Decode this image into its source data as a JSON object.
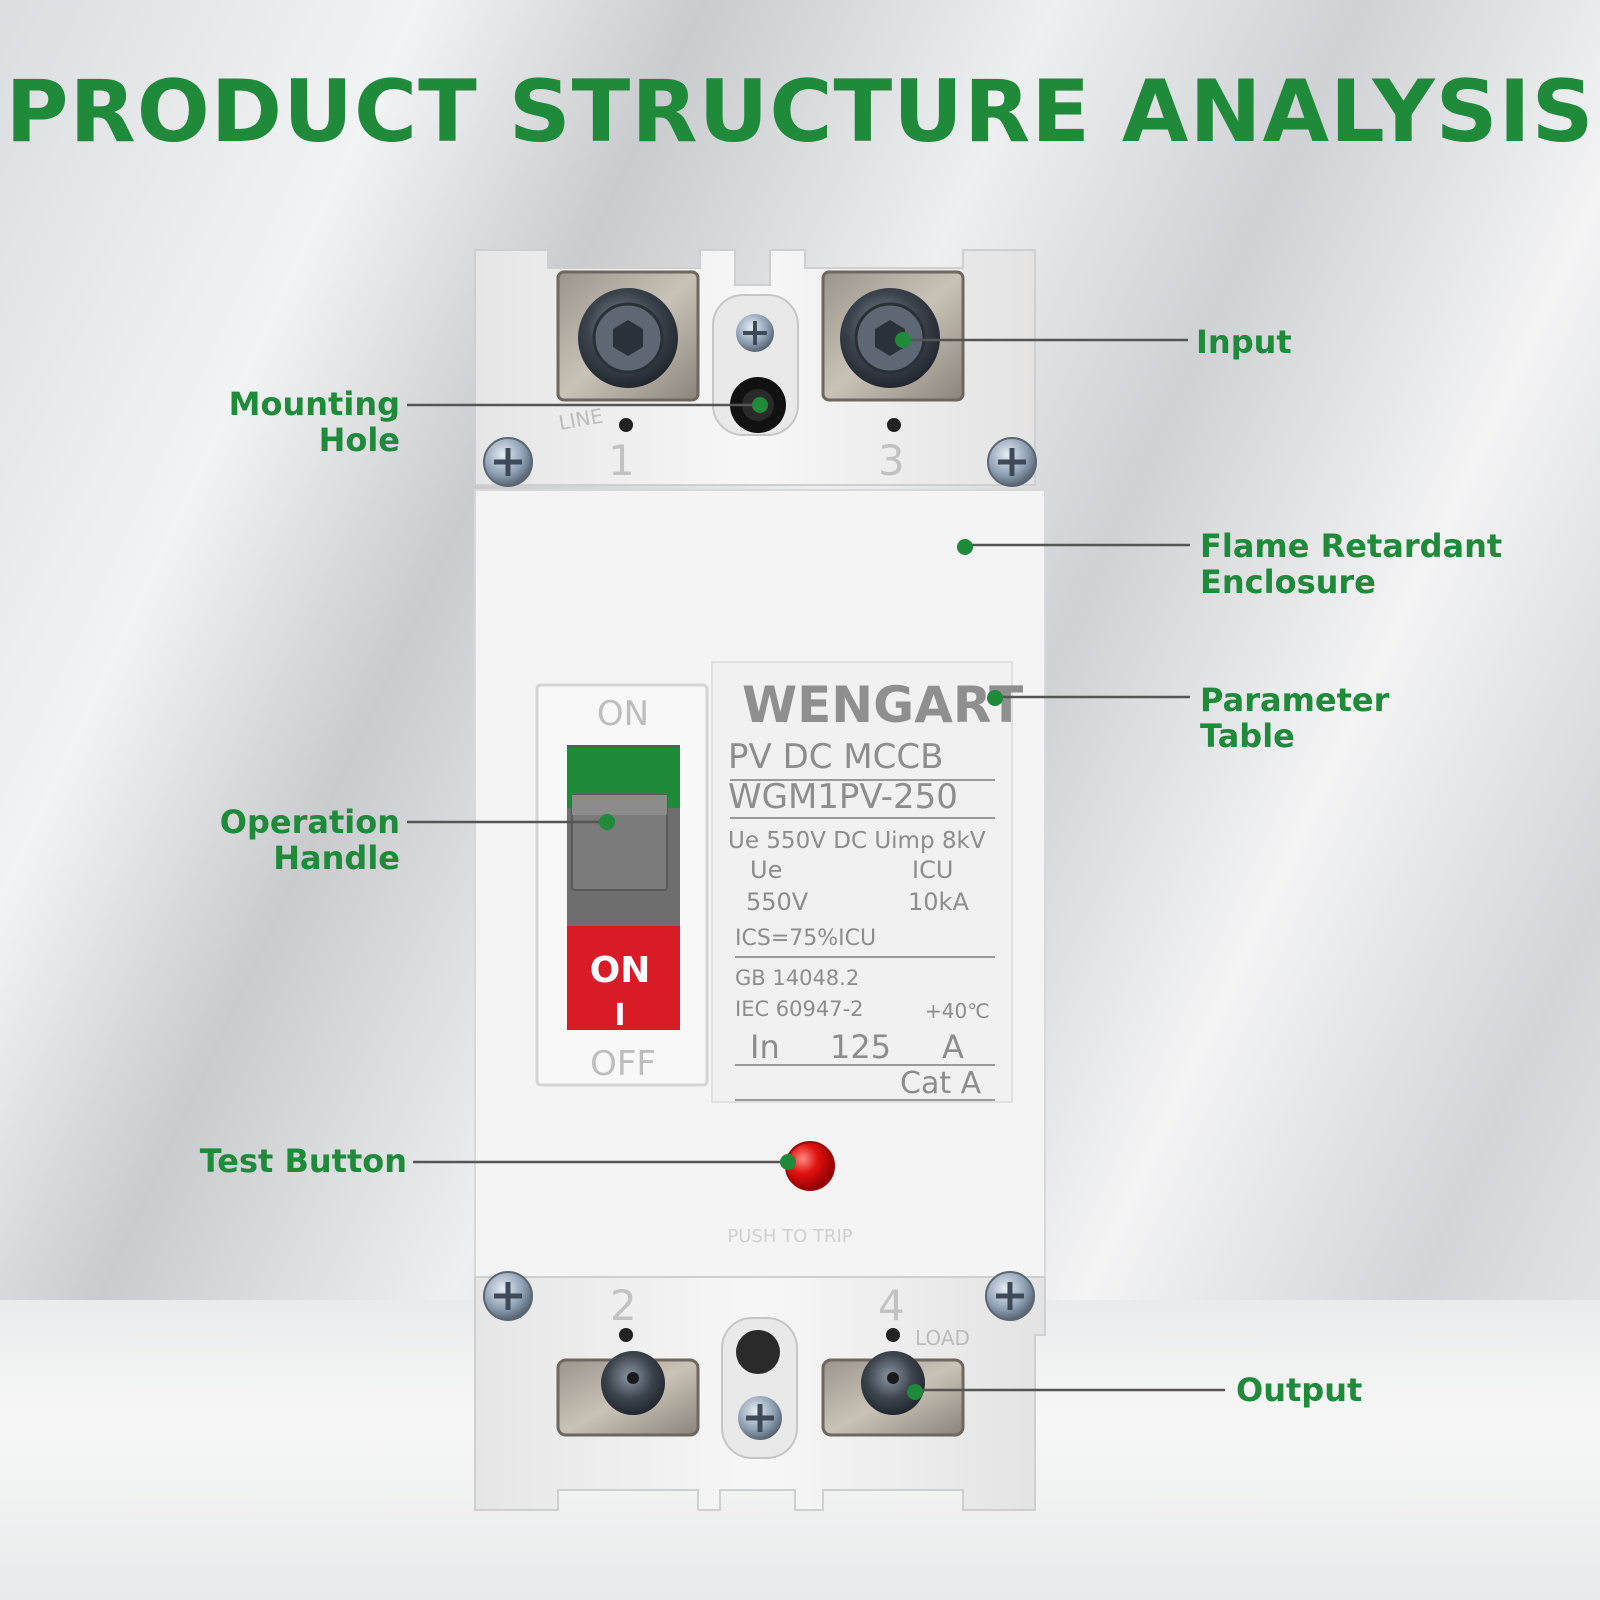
{
  "title": "PRODUCT STRUCTURE ANALYSIS",
  "colors": {
    "accent": "#1e8a3a",
    "leader": "#555555",
    "test_button": "#e01010"
  },
  "callouts": {
    "input": "Input",
    "mounting_hole": [
      "Mounting",
      "Hole"
    ],
    "flame_retardant_enclosure": [
      "Flame Retardant",
      "Enclosure"
    ],
    "parameter_table": [
      "Parameter",
      "Table"
    ],
    "operation_handle": [
      "Operation",
      "Handle"
    ],
    "test_button": "Test Button",
    "output": "Output"
  },
  "device": {
    "brand": "WENGART",
    "type": "PV DC MCCB",
    "model": "WGM1PV-250",
    "rating_line": "Ue 550V  DC Uimp 8kV",
    "ue_label": "Ue",
    "ue_value": "550V",
    "icu_label": "ICU",
    "icu_value": "10kA",
    "ics": "ICS=75%ICU",
    "standard_1": "GB 14048.2",
    "standard_2": "IEC 60947-2",
    "temp": "+40℃",
    "in_label": "In",
    "in_value": "125",
    "in_unit": "A",
    "cat": "Cat  A",
    "handle_on_top": "ON",
    "handle_off_bottom": "OFF",
    "handle_on": "ON",
    "handle_i": "I",
    "push_to_trip": "PUSH TO TRIP",
    "terminal_1": "1",
    "terminal_2": "2",
    "terminal_3": "3",
    "terminal_4": "4",
    "line_mark": "LINE",
    "load_mark": "LOAD"
  }
}
